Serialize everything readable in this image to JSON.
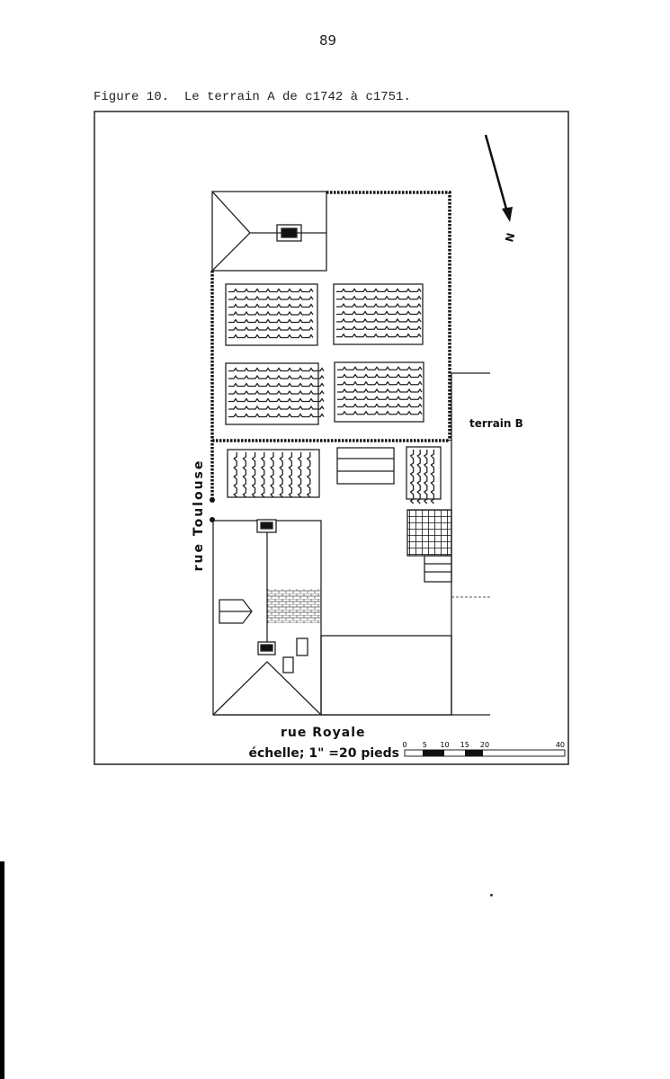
{
  "page_number": "89",
  "caption": "Figure 10.  Le terrain A de c1742 à c1751.",
  "figure": {
    "north_label": "N",
    "neighbor_label": "terrain B",
    "street_left": "rue Toulouse",
    "street_bottom": "rue Royale",
    "scale_text": "échelle; 1\" =20 pieds",
    "scale_ticks": [
      "0",
      "5",
      "10",
      "15",
      "20",
      "40"
    ]
  }
}
